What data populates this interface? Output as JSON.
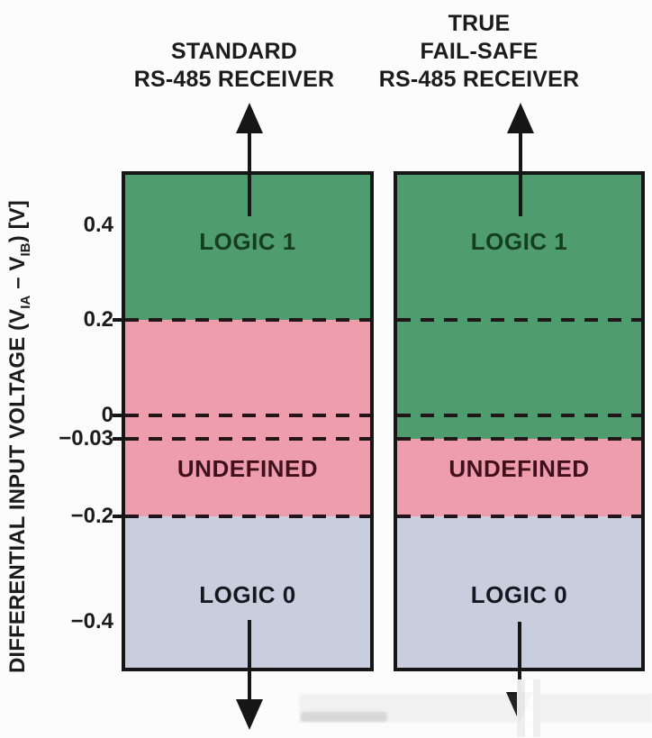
{
  "axis": {
    "label": {
      "p1": "DIFFERENTIAL INPUT VOLTAGE (V",
      "s1": "IA",
      "p2": " – V",
      "s2": "IB",
      "p3": ") [V]"
    },
    "ticks": [
      {
        "label": "0.4",
        "value": 0.4
      },
      {
        "label": "0.2",
        "value": 0.2
      },
      {
        "label": "0",
        "value": 0
      },
      {
        "label": "−0.03",
        "value": -0.03
      },
      {
        "label": "−0.2",
        "value": -0.2
      },
      {
        "label": "−0.4",
        "value": -0.4
      }
    ]
  },
  "panels": [
    {
      "name": "standard",
      "header_lines": [
        "STANDARD",
        "RS-485 RECEIVER"
      ],
      "region_labels": {
        "logic1": "LOGIC 1",
        "undefined": "UNDEFINED",
        "logic0": "LOGIC 0"
      }
    },
    {
      "name": "true_fail_safe",
      "header_lines": [
        "TRUE",
        "FAIL-SAFE",
        "RS-485 RECEIVER"
      ],
      "region_labels": {
        "logic1": "LOGIC 1",
        "undefined": "UNDEFINED",
        "logic0": "LOGIC 0"
      }
    }
  ],
  "colors": {
    "logic1_fill": "#4f9c6e",
    "undefined_fill": "#ed9dab",
    "logic0_fill": "#c8cedd",
    "border": "#161616",
    "dashed_line": "#22161a",
    "logic1_text": "#153d22",
    "undefined_text": "#41101d",
    "logic0_text": "#17171f",
    "heading_text": "#1c1c1c"
  },
  "chart_data": {
    "type": "table",
    "title": "RS-485 receiver differential input voltage regions",
    "y_axis": {
      "label": "DIFFERENTIAL INPUT VOLTAGE (VIA − VIB) [V]",
      "range": [
        -0.5,
        0.5
      ],
      "ticks": [
        0.4,
        0.2,
        0,
        -0.03,
        -0.2,
        -0.4
      ]
    },
    "series": [
      {
        "name": "STANDARD RS-485 RECEIVER",
        "regions": [
          {
            "label": "LOGIC 1",
            "from_v": 0.2,
            "to_v": 0.5
          },
          {
            "label": "UNDEFINED",
            "from_v": -0.2,
            "to_v": 0.2
          },
          {
            "label": "LOGIC 0",
            "from_v": -0.5,
            "to_v": -0.2
          }
        ],
        "dashed_levels_v": [
          0.2,
          0,
          -0.03,
          -0.2
        ]
      },
      {
        "name": "TRUE FAIL-SAFE RS-485 RECEIVER",
        "regions": [
          {
            "label": "LOGIC 1",
            "from_v": -0.03,
            "to_v": 0.5
          },
          {
            "label": "UNDEFINED",
            "from_v": -0.2,
            "to_v": -0.03
          },
          {
            "label": "LOGIC 0",
            "from_v": -0.5,
            "to_v": -0.2
          }
        ],
        "dashed_levels_v": [
          0.2,
          0,
          -0.03,
          -0.2
        ]
      }
    ]
  }
}
